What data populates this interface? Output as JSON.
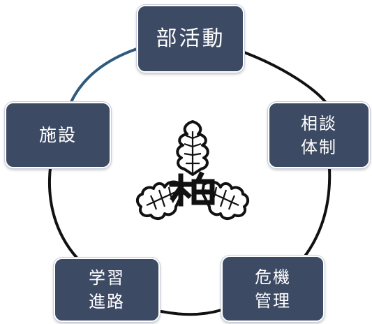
{
  "nodes": {
    "top": "部活動",
    "right": "相談\n体制",
    "left": "施設",
    "bottom_left": "学習\n進路",
    "bottom_right": "危機\n管理"
  },
  "colors": {
    "box_fill": "#3d4a64",
    "box_text": "#ffffff",
    "ring": "#111111",
    "ring_highlight": "#2e5a7e"
  },
  "emblem": {
    "character": "柏"
  }
}
